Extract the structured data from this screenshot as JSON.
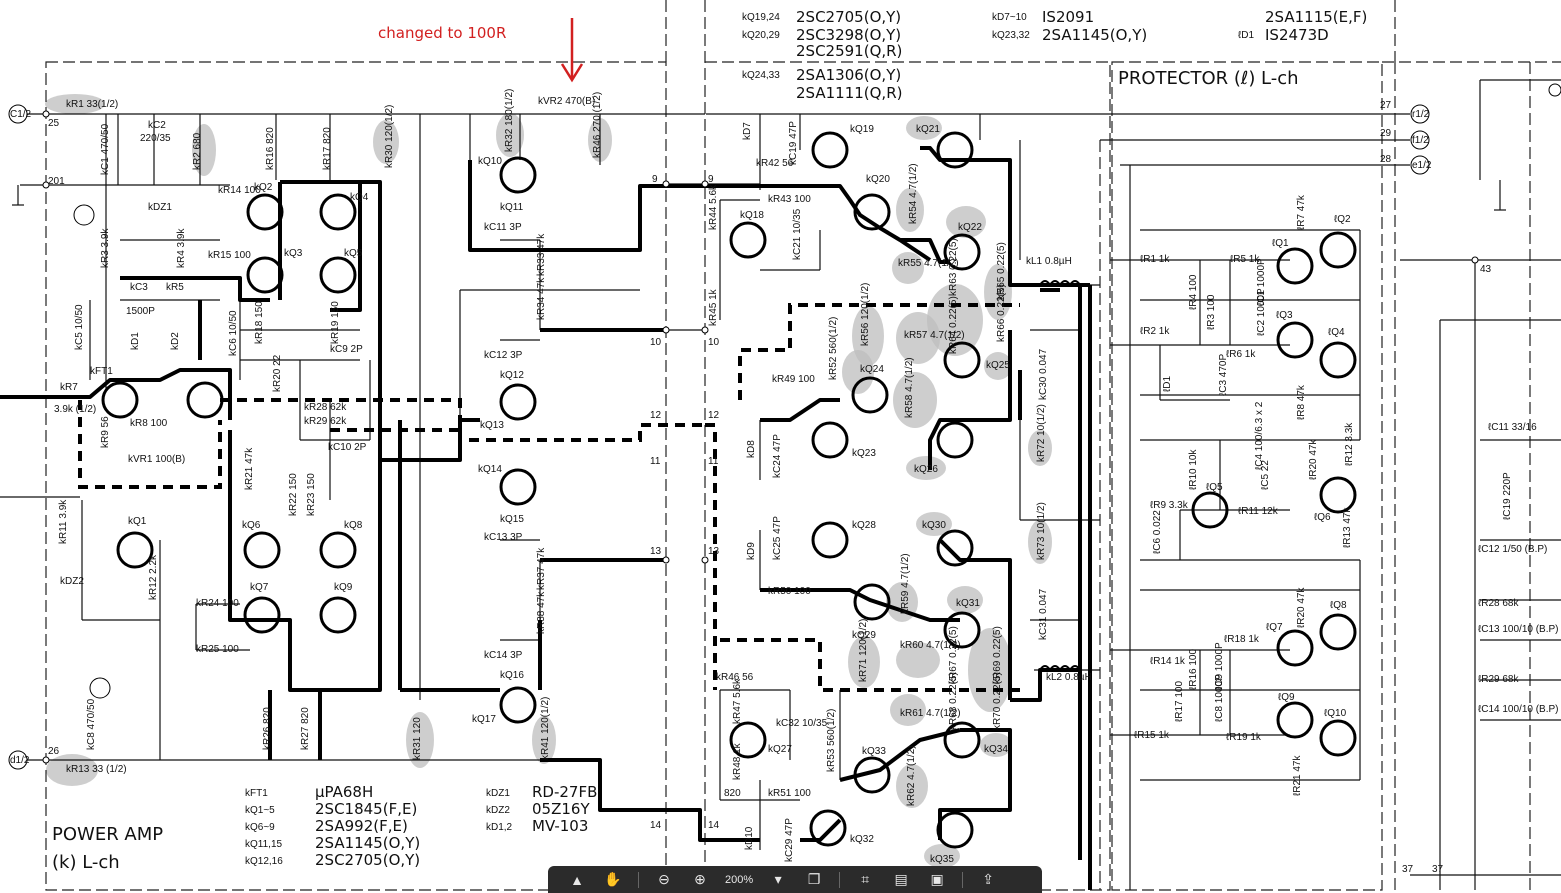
{
  "annotation": {
    "text": "changed to 100R",
    "color": "#d22020"
  },
  "blocks": {
    "power_amp": {
      "title": "POWER AMP",
      "subtitle": "(k) L-ch"
    },
    "protector": {
      "title": "PROTECTOR (ℓ) L-ch"
    }
  },
  "top_table": {
    "rows": [
      [
        "kQ19,24",
        "2SC2705(O,Y)",
        "kD7~10",
        "IS2091",
        "",
        "2SA1115(E,F)"
      ],
      [
        "kQ20,29",
        "2SC3298(O,Y)",
        "kQ23,32",
        "2SA1145(O,Y)",
        "ℓD1",
        "IS2473D"
      ],
      [
        "",
        "2SC2591(Q,R)",
        "",
        "",
        "",
        ""
      ],
      [
        "kQ24,33",
        "2SA1306(O,Y)",
        "",
        "",
        "",
        ""
      ],
      [
        "",
        "2SA1111(Q,R)",
        "",
        "",
        "",
        ""
      ]
    ]
  },
  "parts_legend_left": [
    [
      "kFT1",
      "µPA68H"
    ],
    [
      "kQ1~5",
      "2SC1845(F,E)"
    ],
    [
      "kQ6~9",
      "2SA992(F,E)"
    ],
    [
      "kQ11,15",
      "2SA1145(O,Y)"
    ],
    [
      "kQ12,16",
      "2SC2705(O,Y)"
    ]
  ],
  "parts_legend_right": [
    [
      "kDZ1",
      "RD-27FB"
    ],
    [
      "kDZ2",
      "05Z16Y"
    ],
    [
      "kD1,2",
      "MV-103"
    ]
  ],
  "component_labels": {
    "kR1": "kR1 33(1/2)",
    "kC2": "kC2",
    "kC2v": "220/35",
    "kR2": "kR2 680",
    "kR16": "kR16 820",
    "kR17": "kR17 820",
    "kR30": "kR30 120(1/2)",
    "kR32": "kR32 180(1/2)",
    "kVR2": "kVR2 470(B)",
    "kR46": "kR46 270 (1/2)",
    "kC1": "kC1 470/50",
    "kDZ1": "kDZ1",
    "kR14": "kR14 100",
    "kQ2": "kQ2",
    "kQ4": "kQ4",
    "kQ3": "kQ3",
    "kQ5": "kQ5",
    "kR15": "kR15 100",
    "kR3": "kR3 3.9k",
    "kR4": "kR4 3.9k",
    "kC3": "kC3",
    "kC3v": "1500P",
    "kR5": "kR5",
    "kR18": "kR18 150",
    "kR19": "kR19 150",
    "kD1": "kD1",
    "kD2": "kD2",
    "kC5": "kC5 10/50",
    "kC6": "kC6 10/50",
    "kFT1": "kFT1",
    "kR7": "kR7",
    "kR7v": "3.9k (1/2)",
    "kR8": "kR8 100",
    "kR9": "kR9 56",
    "kVR1": "kVR1 100(B)",
    "kC9": "kC9 2P",
    "kR20": "kR20 22",
    "kR28": "kR28 62k",
    "kR29": "kR29 62k",
    "kC10": "kC10 2P",
    "kR21": "kR21 47k",
    "kR22": "kR22 150",
    "kR23": "kR23 150",
    "kQ6": "kQ6",
    "kQ8": "kQ8",
    "kQ7": "kQ7",
    "kQ9": "kQ9",
    "kQ1": "kQ1",
    "kR11": "kR11 3.9k",
    "kDZ2": "kDZ2",
    "kR12": "kR12 2.2k",
    "kR24": "kR24 100",
    "kR25": "kR25 100",
    "kR26": "kR26 820",
    "kR27": "kR27 820",
    "kR31": "kR31 120",
    "kC8": "kC8 470/50",
    "kR13": "kR13 33 (1/2)",
    "kQ10": "kQ10",
    "kQ11": "kQ11",
    "kC11": "kC11 3P",
    "kR33": "kR33 47k",
    "kR34": "kR34 47k",
    "kC12": "kC12 3P",
    "kQ12": "kQ12",
    "kQ13": "kQ13",
    "kQ14": "kQ14",
    "kQ15": "kQ15",
    "kC13": "kC13 3P",
    "kR37": "kR37 47k",
    "kR38": "kR38 47k",
    "kC14": "kC14 3P",
    "kQ16": "kQ16",
    "kQ17": "kQ17",
    "kR41": "kR41 120(1/2)",
    "kR42": "kR42 56",
    "kD7": "kD7",
    "kC19": "kC19 47P",
    "kQ19": "kQ19",
    "kQ21": "kQ21",
    "kR43": "kR43 100",
    "kQ20": "kQ20",
    "kR44": "kR44 5.6k",
    "kQ18": "kQ18",
    "kC21": "kC21 10/35",
    "kR45": "kR45 1k",
    "kR54": "kR54 4.7(1/2)",
    "kQ22": "kQ22",
    "kR55": "kR55 4.7(1/2)",
    "kR63": "kR63 0.22(5)",
    "kR65": "kR65 0.22(5)",
    "kL1": "kL1 0.8µH",
    "kR56": "kR56 120(1/2)",
    "kR57": "kR57 4.7(1/2)",
    "kR64": "kR64 0.22(5)",
    "kR66": "kR66 0.22(5)",
    "kR52": "kR52 560(1/2)",
    "kR49": "kR49 100",
    "kQ24": "kQ24",
    "kQ25": "kQ25",
    "kC30": "kC30 0.047",
    "kR58": "kR58 4.7(1/2)",
    "kD8": "kD8",
    "kC24": "kC24 47P",
    "kQ23": "kQ23",
    "kQ26": "kQ26",
    "kR72": "kR72 10(1/2)",
    "kQ28": "kQ28",
    "kQ30": "kQ30",
    "kD9": "kD9",
    "kC25": "kC25 47P",
    "kR73": "kR73 10(1/2)",
    "kR50": "kR50 100",
    "kR59": "kR59 4.7(1/2)",
    "kQ31": "kQ31",
    "kQ29": "kQ29",
    "kC31": "kC31 0.047",
    "kR60": "kR60 4.7(1/2)",
    "kR71": "kR71 120(1/2)",
    "kR67": "kR67 0.22(5)",
    "kR69": "kR69 0.22(5)",
    "kL2": "kL2 0.8µH",
    "kR46b": "kR46 56",
    "kR47": "kR47 5.6k",
    "kC32": "kC32 10/35",
    "kQ27": "kQ27",
    "kR61": "kR61 4.7(1/2)",
    "kR68": "kR68 0.22(5)",
    "kR70": "kR70 0.22(5)",
    "kR48": "kR48 1k",
    "kR53": "kR53 560(1/2)",
    "kQ34": "kQ34",
    "kQ33": "kQ33",
    "kR62": "kR62 4.7(1/2)",
    "kR51": "kR51 100",
    "kD10": "kD10",
    "kC29": "kC29 47P",
    "kQ32": "kQ32",
    "kQ35": "kQ35",
    "kR48v": "820",
    "lR1": "ℓR1 1k",
    "lR5": "ℓR5 1k",
    "lQ1": "ℓQ1",
    "lR7": "ℓR7 47k",
    "lQ2": "ℓQ2",
    "lR4": "ℓR4 100",
    "lR3": "ℓR3 100",
    "lC1": "ℓC1 1000P",
    "lR2": "ℓR2 1k",
    "lQ3": "ℓQ3",
    "lQ4": "ℓQ4",
    "lC2": "ℓC2 1000P",
    "lR6": "ℓR6 1k",
    "lD1": "ℓD1",
    "lC3": "ℓC3 470P",
    "lR8": "ℓR8 47k",
    "lR9": "ℓR9 3.3k",
    "lR10": "ℓR10 10k",
    "lQ5": "ℓQ5",
    "lC5": "ℓC5 22",
    "lC4": "ℓC4 100/6.3 x 2",
    "lR20": "ℓR20 47k",
    "lR12": "ℓR12 3.3k",
    "lQ6": "ℓQ6",
    "lR11": "ℓR11 12k",
    "lC6": "ℓC6 0.022",
    "lR13": "ℓR13 47k",
    "lR18": "ℓR18 1k",
    "lQ7": "ℓQ7",
    "lR20b": "ℓR20 47k",
    "lQ8": "ℓQ8",
    "lR14": "ℓR14 1k",
    "lR16": "ℓR16 100",
    "lC9": "ℓC9 1000P",
    "lR17": "ℓR17 100",
    "lC8": "ℓC8 1000P",
    "lQ9": "ℓQ9",
    "lQ10": "ℓQ10",
    "lR15": "ℓR15 1k",
    "lR19": "ℓR19 1k",
    "lR21": "ℓR21 47k",
    "lC11": "ℓC11 33/16",
    "lC19": "ℓC19 220P",
    "lC12": "ℓC12 1/50 (B.P)",
    "lR28": "ℓR28 68k",
    "lC13": "ℓC13 100/10 (B.P)",
    "lR29": "ℓR29 68k",
    "lC14": "ℓC14 100/10 (B.P)"
  },
  "nodes": {
    "n201": "201",
    "n25": "25",
    "n26": "26",
    "n27": "27",
    "n28": "28",
    "n29": "29",
    "n43": "43",
    "n37a": "37",
    "n37b": "37",
    "n9a": "9",
    "n9b": "9",
    "n10a": "10",
    "n10b": "10",
    "n11a": "11",
    "n11b": "11",
    "n12a": "12",
    "n12b": "12",
    "n13a": "13",
    "n13b": "13",
    "n14a": "14",
    "n14b": "14"
  },
  "terminals": {
    "c_top": "C1/2",
    "d_bot": "d1/2",
    "r27": "r1/2",
    "r29": "f1/2",
    "r28": "e1/2"
  },
  "toolbar": {
    "zoom": "200%",
    "items": [
      "cursor-icon",
      "hand-icon",
      "zoom-out-icon",
      "zoom-in-icon",
      "copy-icon",
      "crop-icon",
      "document-icon",
      "image-icon",
      "share-icon"
    ]
  }
}
